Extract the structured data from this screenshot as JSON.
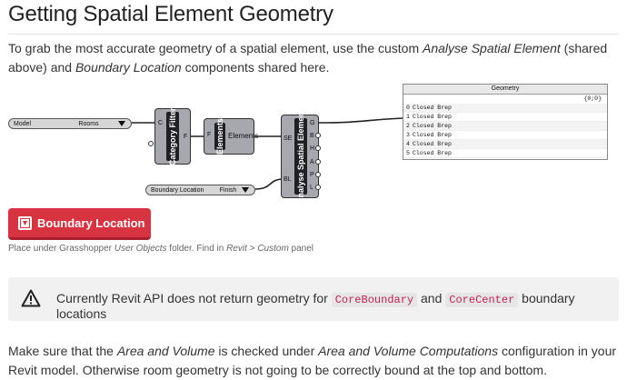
{
  "title": "Getting Spatial Element Geometry",
  "intro": {
    "p1": "To grab the most accurate geometry of a spatial element, use the custom ",
    "em1": "Analyse Spatial Element",
    "p2": " (shared above) and ",
    "em2": "Boundary Location",
    "p3": " components shared here."
  },
  "gh": {
    "model_picker": {
      "label": "Model",
      "value": "Rooms"
    },
    "category_filter": {
      "name": "Category Filter",
      "in": "C",
      "out": "F"
    },
    "elements": {
      "name": "Elements",
      "in": "F",
      "out": "Elements"
    },
    "analyse": {
      "name": "Analyse Spatial Element",
      "in_se": "SE",
      "in_bl": "BL",
      "outputs": [
        "G",
        "B",
        "H",
        "A",
        "P",
        "L"
      ]
    },
    "boundary_picker": {
      "label": "Boundary Location",
      "value": "Finish"
    },
    "panel": {
      "title": "Geometry",
      "path": "{0;0}",
      "rows": [
        {
          "i": "0",
          "t": "Closed Brep"
        },
        {
          "i": "1",
          "t": "Closed Brep"
        },
        {
          "i": "2",
          "t": "Closed Brep"
        },
        {
          "i": "3",
          "t": "Closed Brep"
        },
        {
          "i": "4",
          "t": "Closed Brep"
        },
        {
          "i": "5",
          "t": "Closed Brep"
        }
      ]
    }
  },
  "download": {
    "label": "Boundary Location",
    "icon": "grasshopper-file-icon"
  },
  "caption": {
    "p1": "Place under Grasshopper ",
    "em1": "User Objects",
    "p2": " folder. Find in ",
    "em2": "Revit",
    "p3": " > ",
    "em3": "Custom",
    "p4": " panel"
  },
  "warning": {
    "icon": "warning-triangle-icon",
    "p1": "Currently Revit API does not return geometry for ",
    "code1": "CoreBoundary",
    "p2": " and ",
    "code2": "CoreCenter",
    "p3": " boundary locations"
  },
  "closing": {
    "p1": "Make sure that the ",
    "em1": "Area and Volume",
    "p2": " is checked under ",
    "em2": "Area and Volume Computations",
    "p3": " configuration in your Revit model. Otherwise room geometry is not going to be correctly bound at the top and bottom."
  },
  "colors": {
    "button": "#d83340",
    "code": "#c0215a",
    "warning_bg": "#f1f1f1"
  }
}
